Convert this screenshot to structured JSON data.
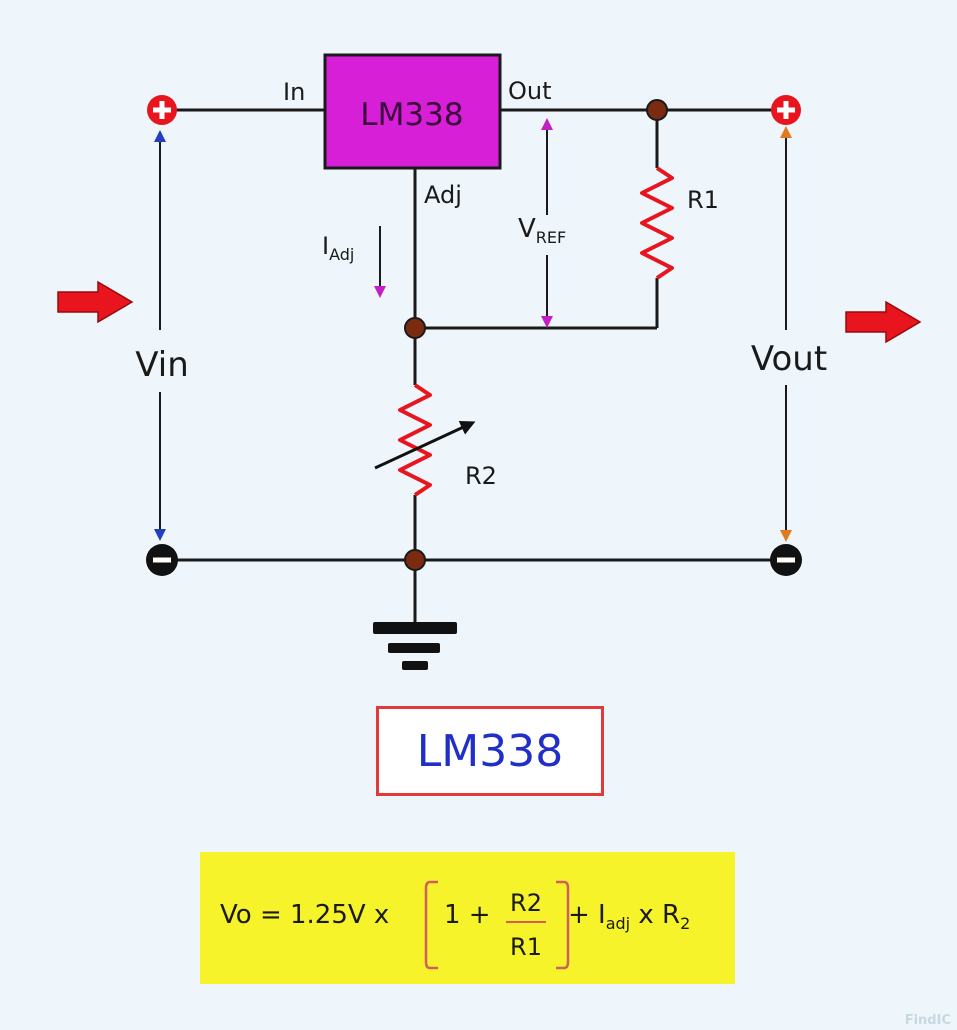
{
  "chip": {
    "name": "LM338",
    "pin_in": "In",
    "pin_out": "Out",
    "pin_adj": "Adj"
  },
  "labels": {
    "vin": "Vin",
    "vout": "Vout",
    "r1": "R1",
    "r2": "R2",
    "iadj_main": "I",
    "iadj_sub": "Adj",
    "vref_main": "V",
    "vref_sub": "REF"
  },
  "title": "LM338",
  "formula": {
    "lhs": "Vo = 1.25V x",
    "one_plus": "1 +",
    "numerator": "R2",
    "denominator": "R1",
    "tail_plus": "+ I",
    "tail_sub": "adj",
    "tail_times": " x R",
    "tail_r_sub": "2"
  },
  "watermark": "FindIC",
  "colors": {
    "chip_fill": "#d81fd8",
    "resistor": "#e8141e",
    "wire": "#1a1a1a",
    "node": "#7a2b10",
    "arrow_blue": "#1f3fc0",
    "arrow_magenta": "#c41fc4",
    "arrow_orange": "#e07a20",
    "terminal_plus": "#e8141e",
    "terminal_minus": "#111111",
    "flow_arrow": "#e8141e",
    "title_text": "#1f2fc8",
    "title_border": "#e23a3a",
    "formula_bg": "#f6f32a"
  }
}
